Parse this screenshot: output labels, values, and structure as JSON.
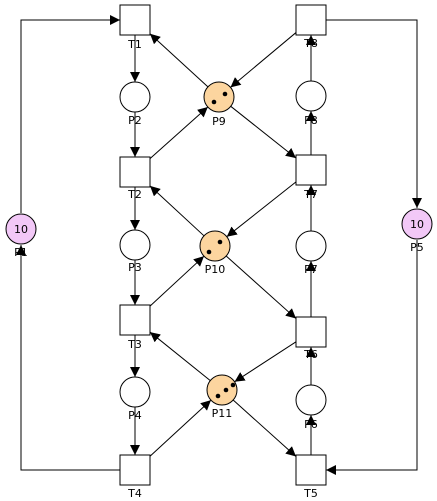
{
  "colors": {
    "place_default": "#ffffff",
    "place_mutex": "#fcd59f",
    "place_counter": "#f2c8f7",
    "stroke": "#000000"
  },
  "transitions": [
    {
      "id": "T1",
      "label": "T1"
    },
    {
      "id": "T2",
      "label": "T2"
    },
    {
      "id": "T3",
      "label": "T3"
    },
    {
      "id": "T4",
      "label": "T4"
    },
    {
      "id": "T5",
      "label": "T5"
    },
    {
      "id": "T6",
      "label": "T6"
    },
    {
      "id": "T7",
      "label": "T7"
    },
    {
      "id": "T8",
      "label": "T8"
    }
  ],
  "places": [
    {
      "id": "P1",
      "label": "P1",
      "tokens": 10,
      "token_text": "10",
      "kind": "counter"
    },
    {
      "id": "P2",
      "label": "P2",
      "tokens": 0,
      "kind": "default"
    },
    {
      "id": "P3",
      "label": "P3",
      "tokens": 0,
      "kind": "default"
    },
    {
      "id": "P4",
      "label": "P4",
      "tokens": 0,
      "kind": "default"
    },
    {
      "id": "P5",
      "label": "P5",
      "tokens": 10,
      "token_text": "10",
      "kind": "counter"
    },
    {
      "id": "P6",
      "label": "P6",
      "tokens": 0,
      "kind": "default"
    },
    {
      "id": "P7",
      "label": "P7",
      "tokens": 0,
      "kind": "default"
    },
    {
      "id": "P8",
      "label": "P8",
      "tokens": 0,
      "kind": "default"
    },
    {
      "id": "P9",
      "label": "P9",
      "tokens": 2,
      "kind": "mutex"
    },
    {
      "id": "P10",
      "label": "P10",
      "tokens": 2,
      "kind": "mutex"
    },
    {
      "id": "P11",
      "label": "P11",
      "tokens": 3,
      "kind": "mutex"
    }
  ],
  "arcs": [
    {
      "from": "P1",
      "to": "T1"
    },
    {
      "from": "T1",
      "to": "P2"
    },
    {
      "from": "P2",
      "to": "T2"
    },
    {
      "from": "T2",
      "to": "P3"
    },
    {
      "from": "P3",
      "to": "T3"
    },
    {
      "from": "T3",
      "to": "P4"
    },
    {
      "from": "P4",
      "to": "T4"
    },
    {
      "from": "T4",
      "to": "P1"
    },
    {
      "from": "T8",
      "to": "P5"
    },
    {
      "from": "P5",
      "to": "T5"
    },
    {
      "from": "T5",
      "to": "P6"
    },
    {
      "from": "P6",
      "to": "T6"
    },
    {
      "from": "T6",
      "to": "P7"
    },
    {
      "from": "P7",
      "to": "T7"
    },
    {
      "from": "T7",
      "to": "P8"
    },
    {
      "from": "P8",
      "to": "T8"
    },
    {
      "from": "P9",
      "to": "T1"
    },
    {
      "from": "T2",
      "to": "P9"
    },
    {
      "from": "T8",
      "to": "P9"
    },
    {
      "from": "P9",
      "to": "T7"
    },
    {
      "from": "P10",
      "to": "T2"
    },
    {
      "from": "T3",
      "to": "P10"
    },
    {
      "from": "T7",
      "to": "P10"
    },
    {
      "from": "P10",
      "to": "T6"
    },
    {
      "from": "P11",
      "to": "T3"
    },
    {
      "from": "T4",
      "to": "P11"
    },
    {
      "from": "T6",
      "to": "P11"
    },
    {
      "from": "P11",
      "to": "T5"
    }
  ]
}
